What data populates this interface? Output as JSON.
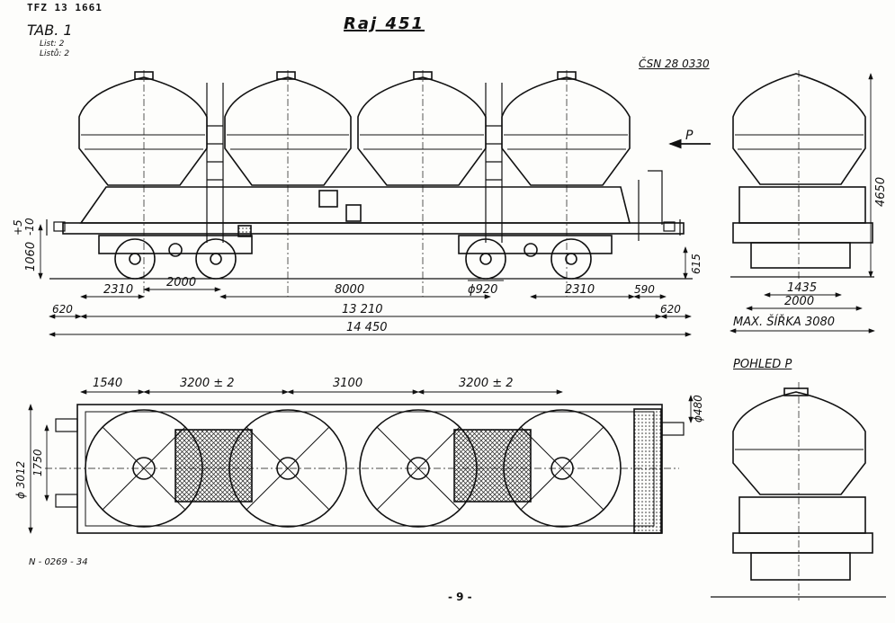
{
  "header": {
    "doc_code": "TFZ 13 1661",
    "table_label": "TAB. 1",
    "sheet_line1": "List: 2",
    "sheet_line2": "Listů: 2",
    "title": "Raj 451",
    "standard": "ČSN 28 0330"
  },
  "side_view": {
    "view_arrow_label": "P",
    "dims": {
      "bogie_to_buffer": "2310",
      "bogie_wheelbase": "2000",
      "bogie_centers": "8000",
      "bogie_to_buffer_right": "2310",
      "overhang_right": "590",
      "buffer_left": "620",
      "frame_length": "13 210",
      "buffer_right": "620",
      "overall_length": "14 450",
      "wheel_diameter": "ϕ920",
      "buffer_height": "1060",
      "buffer_tol_plus": "+5",
      "buffer_tol_minus": "-10",
      "floor_height": "615"
    }
  },
  "end_view": {
    "dims": {
      "height": "4650",
      "track_gauge": "1435",
      "bogie_wheelbase": "2000",
      "max_width": "MAX. ŠÍŘKA 3080"
    }
  },
  "top_view": {
    "dims": {
      "overhang": "1540",
      "tank_pitch_left": "3200 ± 2",
      "tank_middle": "3100",
      "tank_pitch_right": "3200 ± 2",
      "hatch": "ϕ480",
      "width_buffers": "ϕ 3012",
      "buffer_spacing": "1750"
    }
  },
  "view_p": {
    "label": "POHLED  P"
  },
  "footer": {
    "drawing_number": "N - 0269 - 34",
    "page_number": "- 9 -"
  }
}
